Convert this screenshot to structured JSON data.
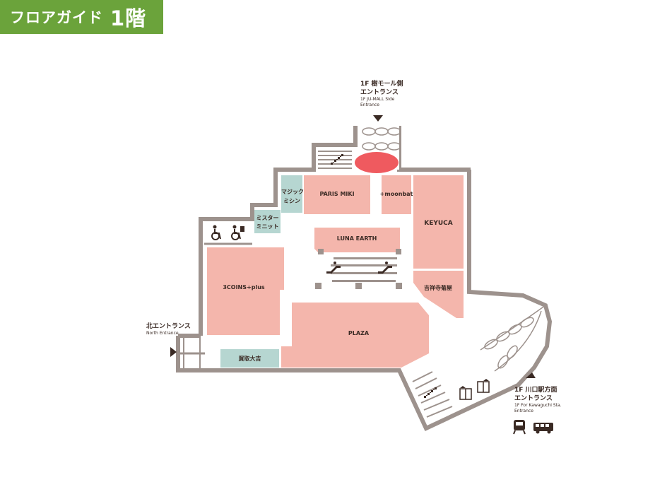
{
  "header": {
    "title": "フロアガイド",
    "floor": "1階"
  },
  "colors": {
    "header_green": "#6ba33b",
    "wall": "#9d928d",
    "shop_pink": "#f4b6ac",
    "service_teal": "#b6d6d1",
    "icon_dark": "#3a2a24",
    "highlight_red": "#ef5a5f"
  },
  "shops": {
    "paris_miki": "PARIS MIKI",
    "moonbat": "+moonbat",
    "keyuca": "KEYUCA",
    "luna_earth": "LUNA EARTH",
    "three_coins": "3COINS+plus",
    "plaza": "PLAZA",
    "kichijoji": "吉祥寺菊屋",
    "magic_mishin_l1": "マジック",
    "magic_mishin_l2": "ミシン",
    "mister_minit_l1": "ミスター",
    "mister_minit_l2": "ミニット",
    "kaitori": "買取大吉"
  },
  "entrances": {
    "top": {
      "line1": "1F 樹モール側",
      "line2": "エントランス",
      "sub1": "1F JU-MALL Side",
      "sub2": "Entrance"
    },
    "north": {
      "line1": "北エントランス",
      "sub1": "North Entrance"
    },
    "kawaguchi": {
      "line1": "1F 川口駅方面",
      "line2": "エントランス",
      "sub1": "1F For Kawaguchi Sta.",
      "sub2": "Entrance"
    }
  },
  "icons": [
    "wheelchair-toilet-icon",
    "family-toilet-icon",
    "escalator-icon",
    "elevator-icon",
    "train-icon",
    "bus-icon",
    "entrance-arrow-icon",
    "current-location-marker"
  ]
}
